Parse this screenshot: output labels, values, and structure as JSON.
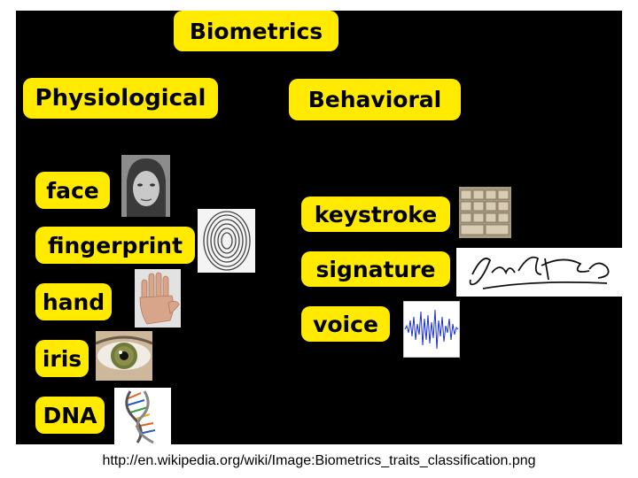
{
  "title": "Biometrics",
  "categories": {
    "physiological": "Physiological",
    "behavioral": "Behavioral"
  },
  "physiological_traits": [
    "face",
    "fingerprint",
    "hand",
    "iris",
    "DNA"
  ],
  "behavioral_traits": [
    "keystroke",
    "signature",
    "voice"
  ],
  "images": {
    "face": "face-photo",
    "fingerprint": "fingerprint-image",
    "hand": "hand-photo",
    "iris": "iris-photo",
    "dna": "dna-helix-image",
    "keystroke": "keyboard-photo",
    "signature": "signature-image",
    "voice": "voice-waveform-image"
  },
  "colors": {
    "label_bg": "#ffea00",
    "background": "#000000"
  },
  "caption": "http://en.wikipedia.org/wiki/Image:Biometrics_traits_classification.png"
}
